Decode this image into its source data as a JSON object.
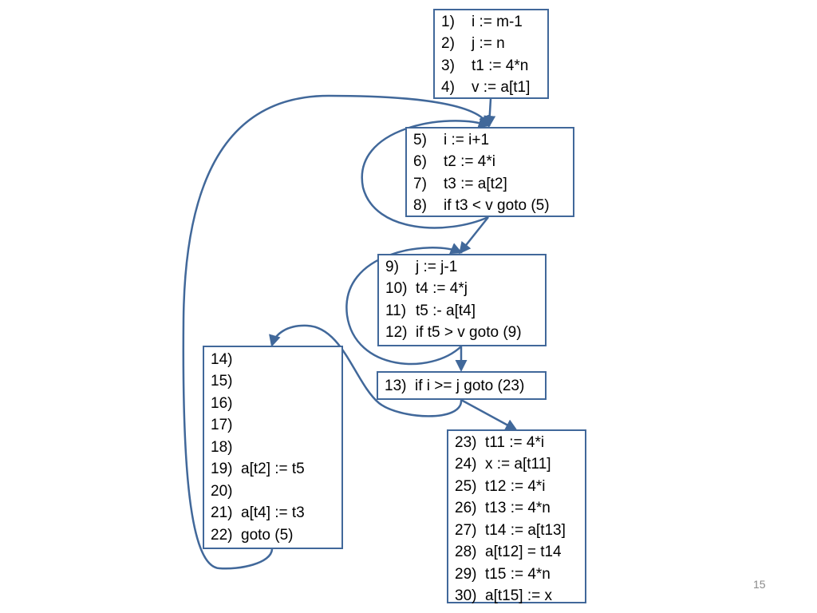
{
  "blocks": {
    "b1": {
      "lines": [
        {
          "n": "1)",
          "code": "i := m-1"
        },
        {
          "n": "2)",
          "code": "j := n"
        },
        {
          "n": "3)",
          "code": "t1 := 4*n"
        },
        {
          "n": "4)",
          "code": "v := a[t1]"
        }
      ]
    },
    "b2": {
      "lines": [
        {
          "n": "5)",
          "code": "i := i+1"
        },
        {
          "n": "6)",
          "code": "t2 := 4*i"
        },
        {
          "n": "7)",
          "code": "t3 := a[t2]"
        },
        {
          "n": "8)",
          "code": "if t3 < v goto (5)"
        }
      ]
    },
    "b3": {
      "lines": [
        {
          "n": "9)",
          "code": "j := j-1"
        },
        {
          "n": "10)",
          "code": "t4 := 4*j"
        },
        {
          "n": "11)",
          "code": "t5 :- a[t4]"
        },
        {
          "n": "12)",
          "code": "if t5 > v goto (9)"
        }
      ]
    },
    "b4": {
      "lines": [
        {
          "n": "13)",
          "code": "if i >= j goto (23)"
        }
      ]
    },
    "b5": {
      "lines": [
        {
          "n": "14)",
          "code": ""
        },
        {
          "n": "15)",
          "code": ""
        },
        {
          "n": "16)",
          "code": ""
        },
        {
          "n": "17)",
          "code": ""
        },
        {
          "n": "18)",
          "code": ""
        },
        {
          "n": "19)",
          "code": "a[t2] := t5"
        },
        {
          "n": "20)",
          "code": ""
        },
        {
          "n": "21)",
          "code": "a[t4] := t3"
        },
        {
          "n": "22)",
          "code": "goto (5)"
        }
      ]
    },
    "b6": {
      "lines": [
        {
          "n": "23)",
          "code": "t11 := 4*i"
        },
        {
          "n": "24)",
          "code": "x := a[t11]"
        },
        {
          "n": "25)",
          "code": "t12 := 4*i"
        },
        {
          "n": "26)",
          "code": "t13 := 4*n"
        },
        {
          "n": "27)",
          "code": "t14 := a[t13]"
        },
        {
          "n": "28)",
          "code": "a[t12] = t14"
        },
        {
          "n": "29)",
          "code": "t15 := 4*n"
        },
        {
          "n": "30)",
          "code": "a[t15] := x"
        }
      ]
    }
  },
  "page_number": "15",
  "colors": {
    "stroke": "#41689a"
  }
}
